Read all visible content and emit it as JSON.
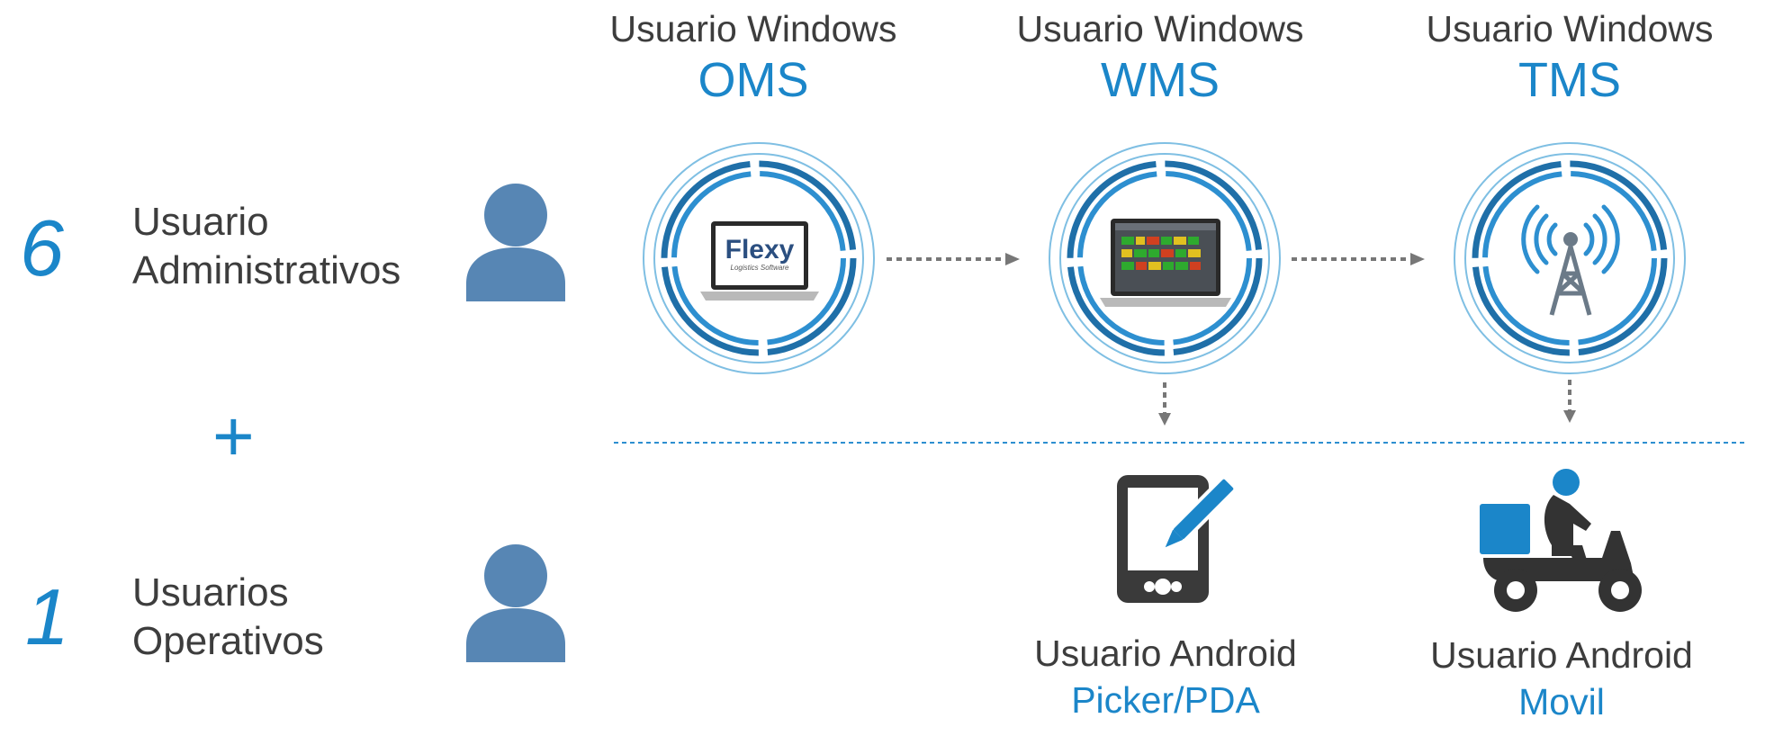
{
  "colors": {
    "accent": "#1b86c9",
    "icon_fill": "#5786b4",
    "ring_dark": "#1f6fa8",
    "ring_light": "#7fbfe3",
    "arrow": "#777777",
    "device_dark": "#3a3a3a"
  },
  "left": {
    "admin": {
      "count": "6",
      "line1": "Usuario",
      "line2": "Administrativos",
      "icon": "user-icon"
    },
    "plus": "+",
    "operators": {
      "count": "1",
      "line1": "Usuarios",
      "line2": "Operativos",
      "icon": "user-icon"
    }
  },
  "modules": [
    {
      "caption": "Usuario Windows",
      "name": "OMS",
      "icon": "laptop-icon",
      "logo_text": "Flexy",
      "logo_sub": "Logistics Software"
    },
    {
      "caption": "Usuario Windows",
      "name": "WMS",
      "icon": "laptop-icon"
    },
    {
      "caption": "Usuario Windows",
      "name": "TMS",
      "icon": "antenna-tower-icon"
    }
  ],
  "android": [
    {
      "caption": "Usuario Android",
      "name": "Picker/PDA",
      "icon": "tablet-pen-icon"
    },
    {
      "caption": "Usuario Android",
      "name": "Movil",
      "icon": "delivery-scooter-icon"
    }
  ]
}
